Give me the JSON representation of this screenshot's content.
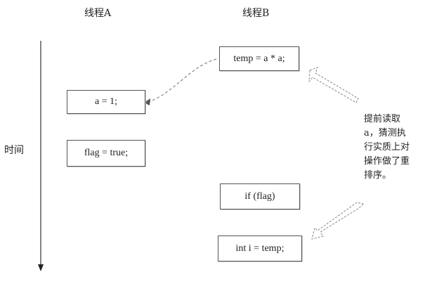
{
  "thread_a_label": "线程A",
  "thread_b_label": "线程B",
  "time_label": "时间",
  "boxes": {
    "temp": "temp = a * a;",
    "a_assign": "a = 1;",
    "flag_assign": "flag = true;",
    "if_flag": "if (flag)",
    "int_i": "int i = temp;"
  },
  "note": "提前读取a，猜测执行实质上对操作做了重排序。"
}
